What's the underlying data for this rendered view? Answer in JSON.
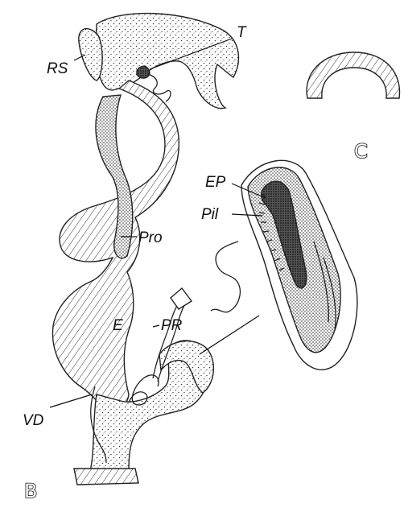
{
  "labels": {
    "rs": "RS",
    "t": "T",
    "ep": "EP",
    "pil": "Pil",
    "pro": "Pro",
    "e": "E",
    "pr": "PR",
    "vd": "VD"
  },
  "panels": {
    "b": "B",
    "c": "C"
  }
}
